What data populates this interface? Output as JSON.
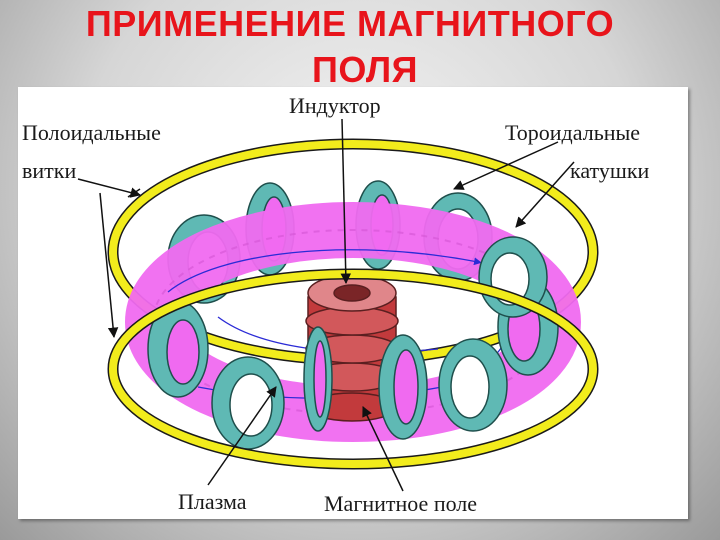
{
  "slide": {
    "title_line1": "ПРИМЕНЕНИЕ МАГНИТНОГО",
    "title_line2": "ПОЛЯ"
  },
  "diagram": {
    "labels": {
      "poloidal_line1": "Полоидальные",
      "poloidal_line2": "витки",
      "inductor": "Индуктор",
      "toroidal_line1": "Тороидальные",
      "toroidal_line2": "катушки",
      "plasma": "Плазма",
      "magnetic_field": "Магнитное поле"
    },
    "colors": {
      "title": "#e8141b",
      "poloidal_rings": "#f2ec1c",
      "toroidal_coils": "#5fb9b4",
      "plasma": "#f06af0",
      "inductor": "#e0868a",
      "field_lines": "#2b2bd6"
    }
  }
}
